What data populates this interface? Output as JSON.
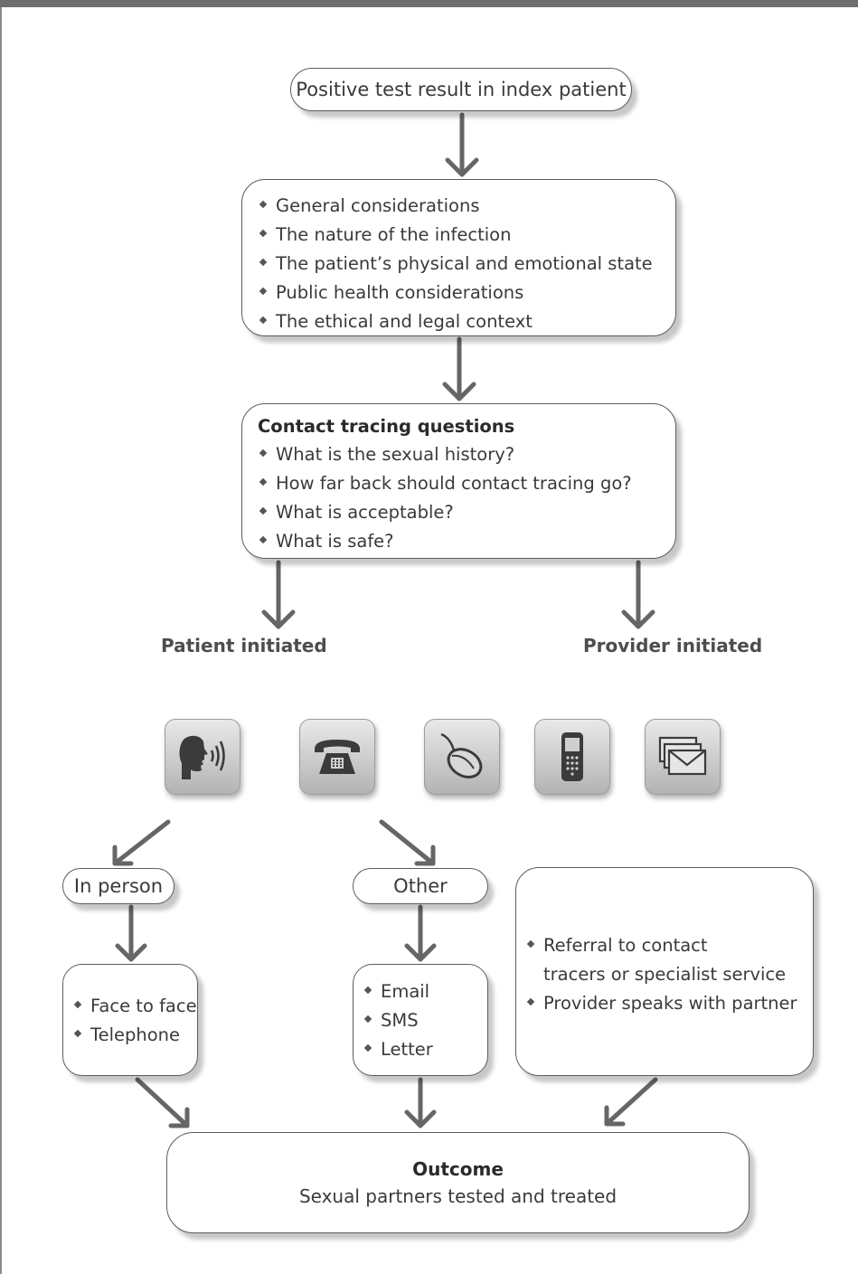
{
  "start": {
    "text": "Positive test result in index patient"
  },
  "considerations": {
    "items": [
      "General considerations",
      "The nature of the infection",
      "The patient’s physical and emotional state",
      "Public health considerations",
      "The ethical and legal context"
    ]
  },
  "questions": {
    "title": "Contact tracing questions",
    "items": [
      "What is the sexual history?",
      "How far back should contact tracing go?",
      "What is acceptable?",
      "What is safe?"
    ]
  },
  "branches": {
    "patient": "Patient initiated",
    "provider": "Provider initiated"
  },
  "icons": [
    "speaking-head-icon",
    "telephone-icon",
    "computer-mouse-icon",
    "mobile-phone-icon",
    "envelopes-icon"
  ],
  "in_person": {
    "label": "In person",
    "items": [
      "Face to face",
      "Telephone"
    ]
  },
  "other": {
    "label": "Other",
    "items": [
      "Email",
      "SMS",
      "Letter"
    ]
  },
  "provider_box": {
    "items": [
      "Referral to contact\ntracers or specialist service",
      "Provider speaks with partner"
    ]
  },
  "outcome": {
    "title": "Outcome",
    "text": "Sexual partners tested and treated"
  },
  "colors": {
    "border": "#5c5c5c",
    "arrow": "#666666",
    "text": "#3a3a3a"
  }
}
